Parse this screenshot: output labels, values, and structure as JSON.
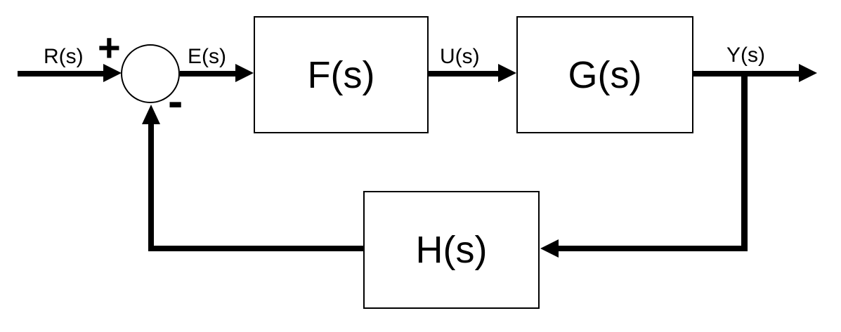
{
  "diagram": {
    "type": "block-diagram",
    "description": "Negative feedback control system block diagram",
    "blocks": [
      {
        "id": "F",
        "label": "F(s)"
      },
      {
        "id": "G",
        "label": "G(s)"
      },
      {
        "id": "H",
        "label": "H(s)"
      }
    ],
    "signals": [
      {
        "id": "R",
        "label": "R(s)"
      },
      {
        "id": "E",
        "label": "E(s)"
      },
      {
        "id": "U",
        "label": "U(s)"
      },
      {
        "id": "Y",
        "label": "Y(s)"
      }
    ],
    "summing_junction": {
      "plus": "+",
      "minus": "-"
    },
    "colors": {
      "line": "#000000",
      "background": "#ffffff"
    }
  }
}
